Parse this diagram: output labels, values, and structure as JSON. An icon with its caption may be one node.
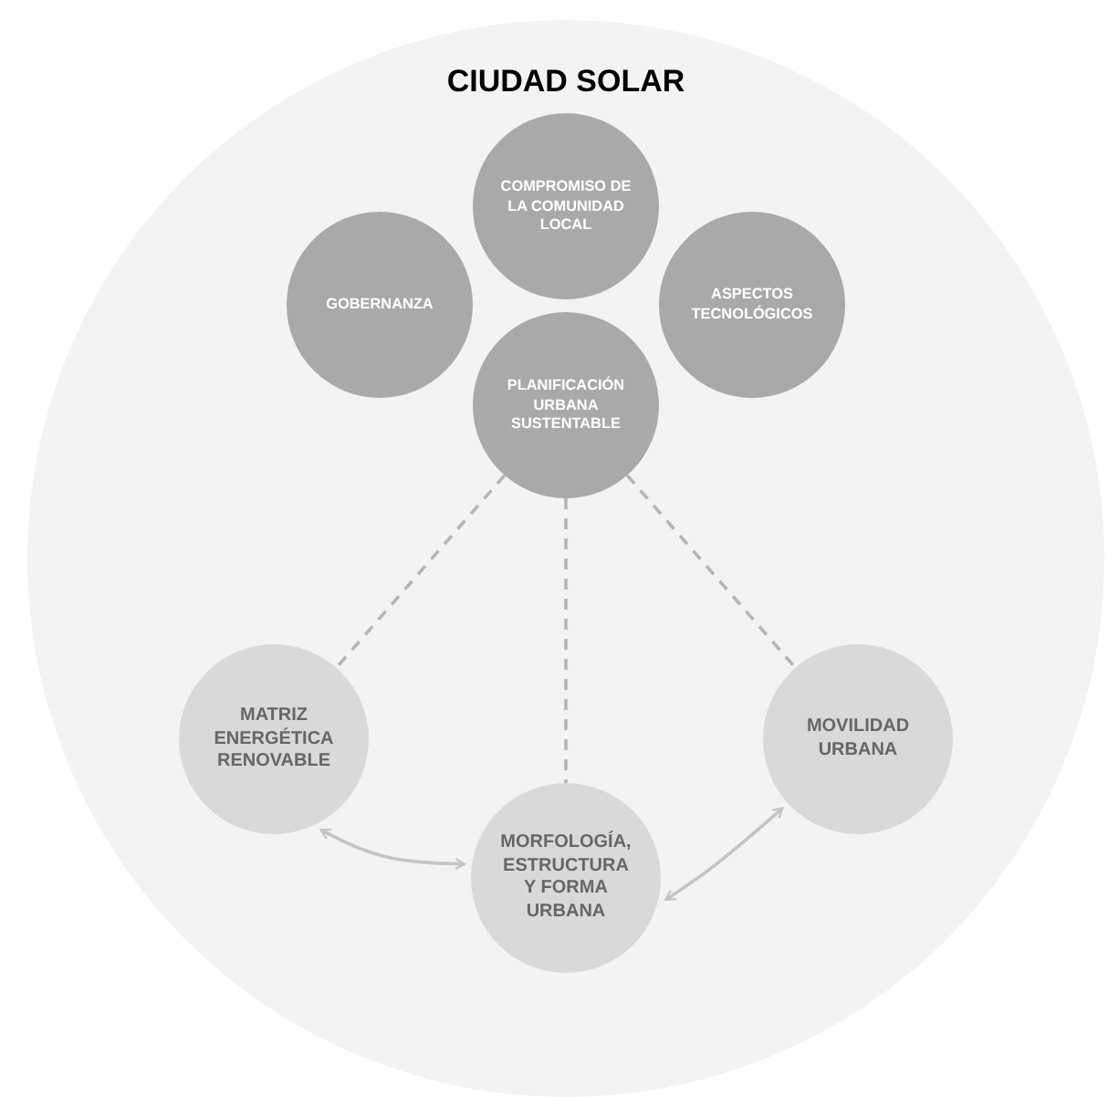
{
  "diagram": {
    "nodes": [
      {
        "text": [
          "CIUDAD SOLAR"
        ]
      },
      {
        "text": [
          "COMPROMISO DE LA COMUNIDAD LOCAL"
        ],
        "in": 0
      },
      {
        "text": [
          "GOBERNANZA"
        ],
        "in": 0
      },
      {
        "text": [
          "ASPECTOS TECNOLÓGICOS"
        ],
        "in": 0
      },
      {
        "text": [
          "PLANIFICACIÓN URBANA SUSTENTABLE"
        ],
        "in": 0
      },
      {
        "text": [
          "MATRIZ ENERGÉTICA RENOVABLE"
        ],
        "in": 0
      },
      {
        "text": [
          "MOVILIDAD URBANA"
        ],
        "in": 0
      },
      {
        "text": [
          "MORFOLOGÍA, ESTRUCTURA Y FORMA URBANA"
        ],
        "in": 0
      }
    ],
    "edges": [
      {
        "from": 4,
        "to": 5,
        "arrow": "none",
        "style": "dashed"
      },
      {
        "from": 4,
        "to": 7,
        "arrow": "none",
        "style": "dashed"
      },
      {
        "from": 4,
        "to": 6,
        "arrow": "none",
        "style": "dashed"
      },
      {
        "from": 5,
        "to": 7,
        "arrow": "both",
        "color": "#c4c4c4"
      },
      {
        "from": 7,
        "to": 6,
        "arrow": "both",
        "color": "#c4c4c4"
      }
    ]
  }
}
